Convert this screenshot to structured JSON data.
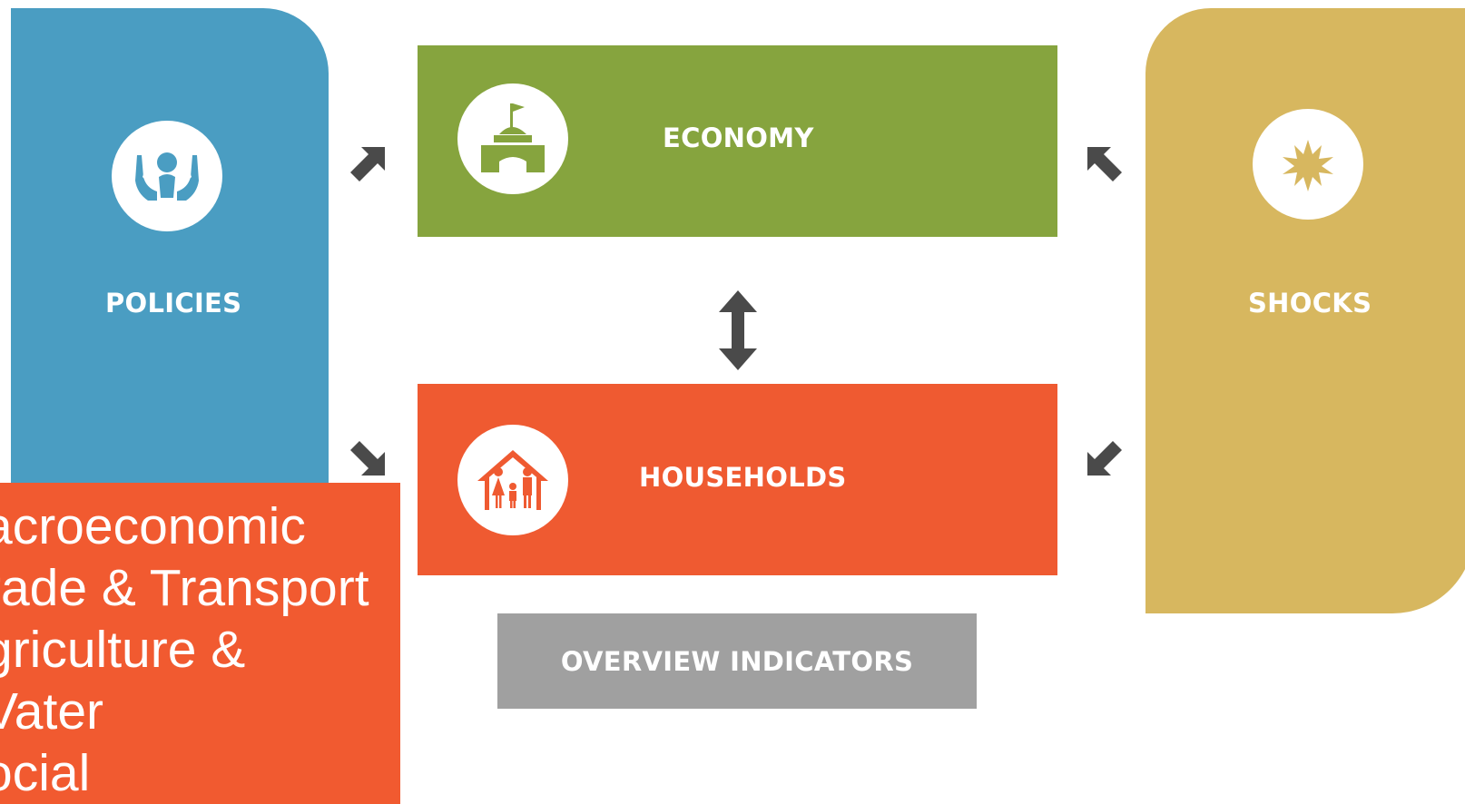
{
  "colors": {
    "policies": "#4a9dc2",
    "economy": "#86a43e",
    "households": "#ef5a31",
    "shocks": "#d7b75f",
    "overview": "#a0a0a0",
    "arrow": "#4a4a4a",
    "sectors": "#f15a30"
  },
  "policies": {
    "label": "POLICIES",
    "icon": "hands-holding-person-icon"
  },
  "economy": {
    "label": "ECONOMY",
    "icon": "government-building-icon"
  },
  "households": {
    "label": "HOUSEHOLDS",
    "icon": "family-house-icon"
  },
  "shocks": {
    "label": "SHOCKS",
    "icon": "burst-icon"
  },
  "overview": {
    "label": "OVERVIEW INDICATORS"
  },
  "sectors": {
    "items": [
      "acroeconomic",
      "rade & Transport",
      "griculture &",
      "Vater",
      "ocial"
    ]
  }
}
